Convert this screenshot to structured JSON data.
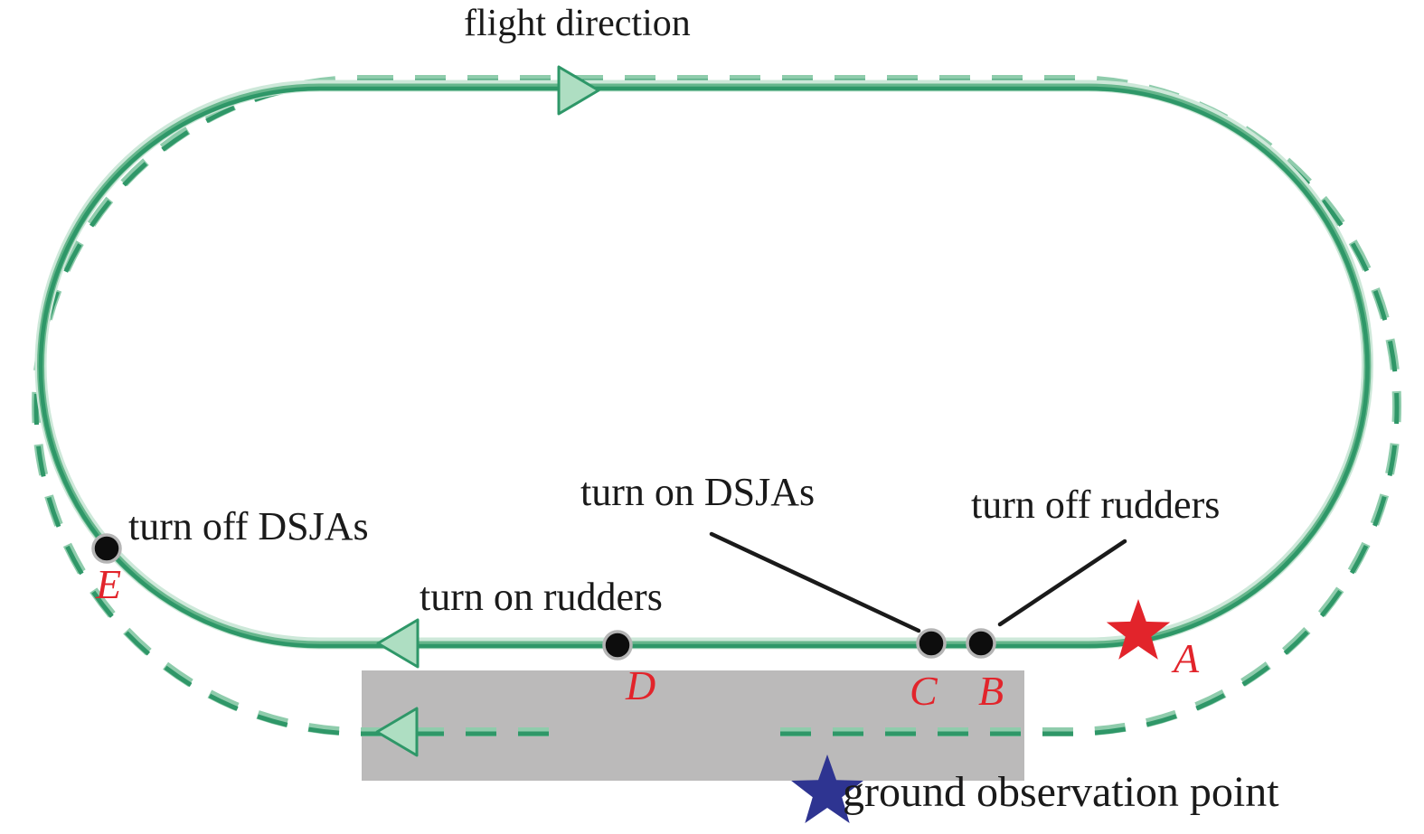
{
  "title": "flight direction",
  "labels": {
    "flight_direction": "flight direction",
    "ground_observation_point": "ground observation point"
  },
  "waypoints": [
    {
      "id": "A",
      "marker": "red-star"
    },
    {
      "id": "B",
      "marker": "black-dot",
      "action": "turn off rudders"
    },
    {
      "id": "C",
      "marker": "black-dot",
      "action": "turn on DSJAs"
    },
    {
      "id": "D",
      "marker": "black-dot",
      "action": "turn on rudders"
    },
    {
      "id": "E",
      "marker": "black-dot",
      "action": "turn off DSJAs"
    }
  ],
  "paths": {
    "solid_loop": "upper flight pattern, clockwise, arrows right on top and left on bottom",
    "dashed_loop": "lower flight pattern, clockwise, arrow left over runway"
  },
  "colors": {
    "loop_green_dark": "#2e9768",
    "loop_green_mid": "#66b68c",
    "loop_green_light": "#cde8d9",
    "dash_green": "#2f9768",
    "arrow_fill": "#aedec2",
    "label_red": "#e2242b",
    "star_red": "#e2242b",
    "star_blue": "#2e3491",
    "runway_gray": "#bbbaba",
    "text_black": "#1a1a1a"
  }
}
